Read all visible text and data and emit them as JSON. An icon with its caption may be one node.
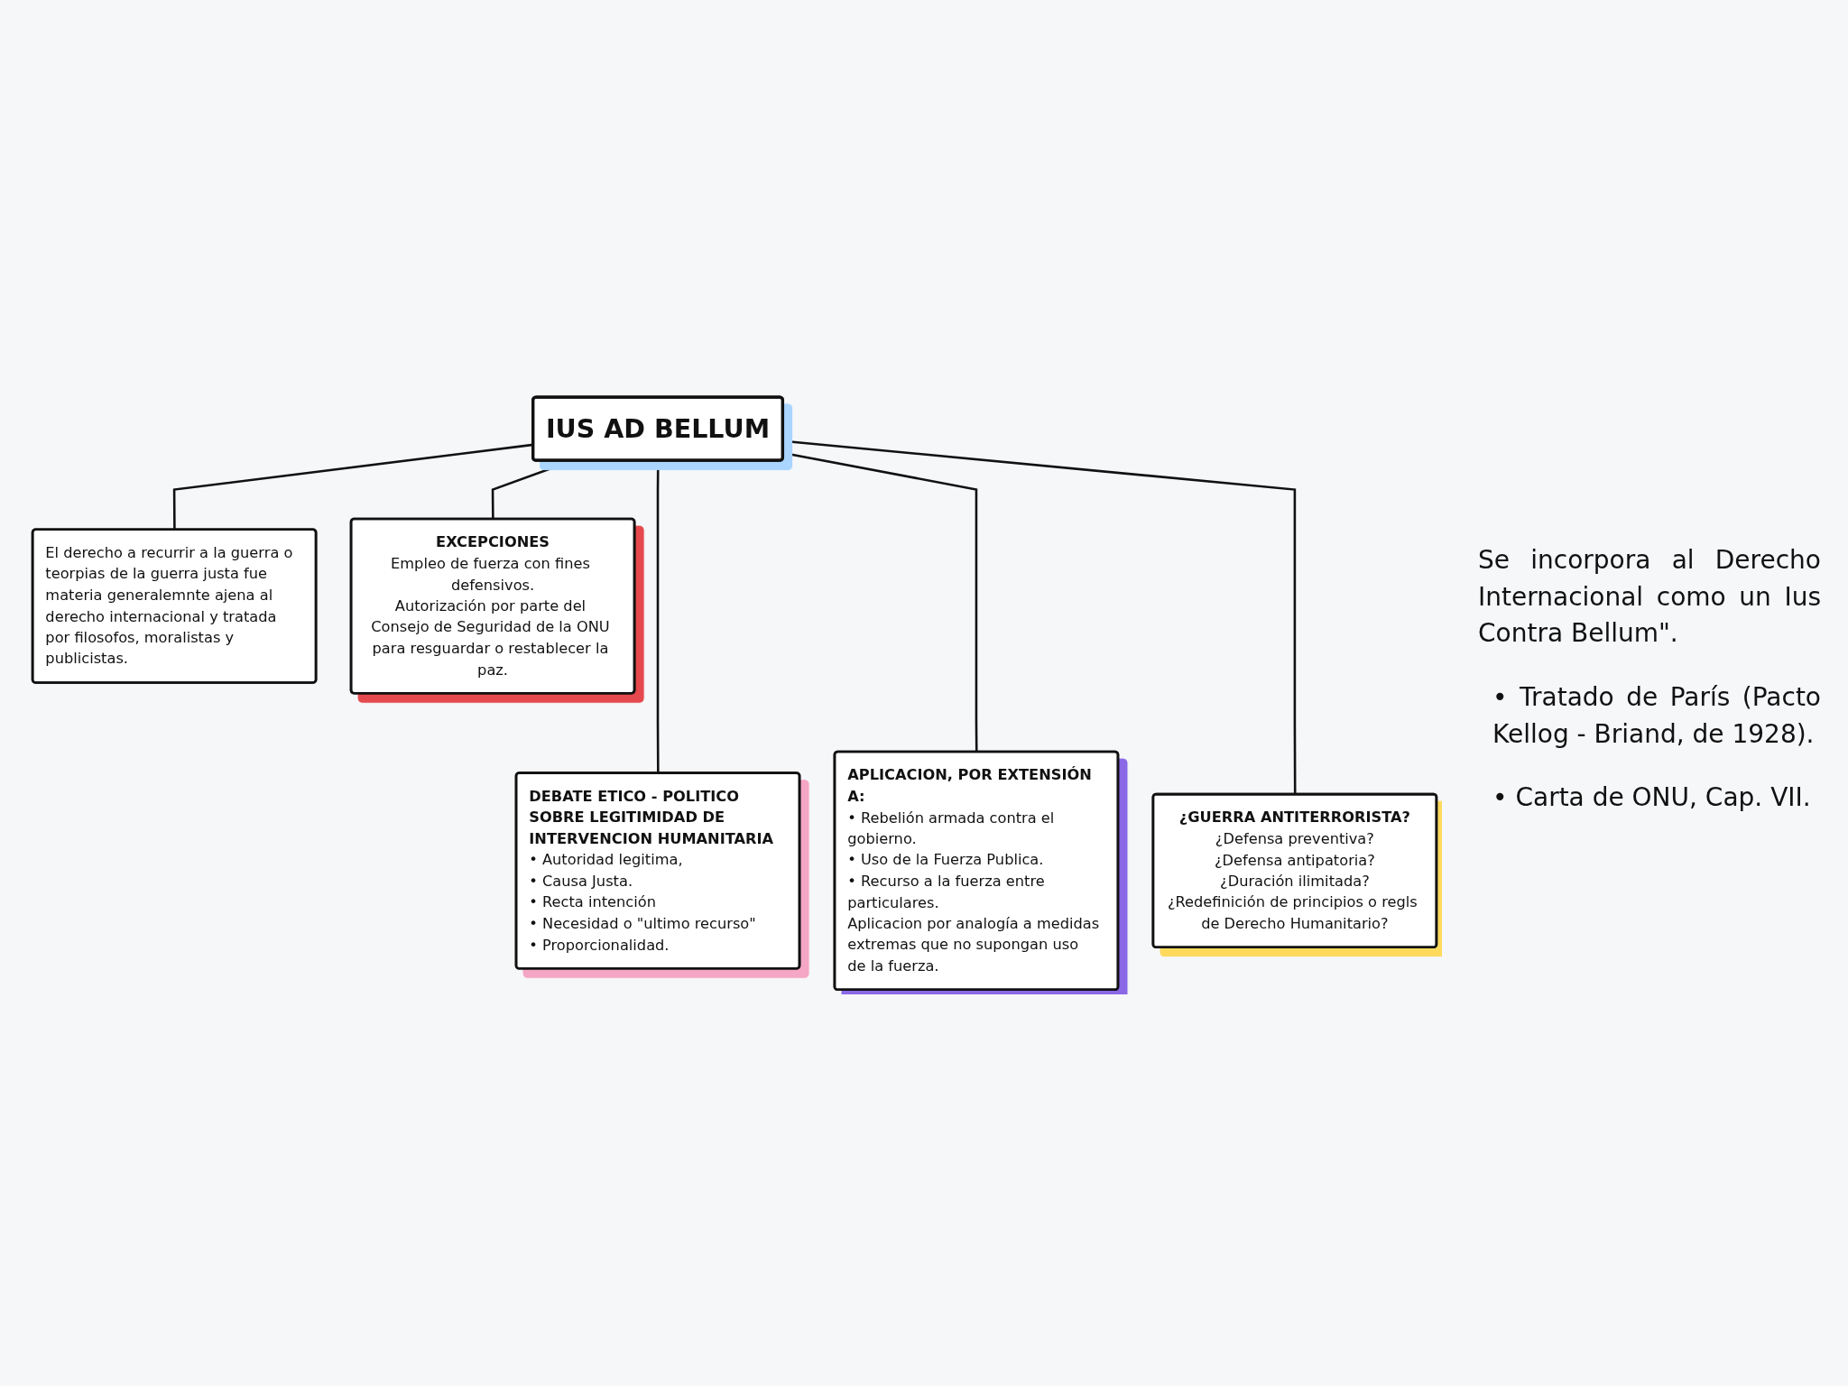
{
  "diagram": {
    "nodes": [
      {
        "text": [
          "IUS AD BELLUM"
        ]
      },
      {
        "text": [
          "El derecho a recurrir a la guerra o teorpias de la guerra justa fue materia generalemnte ajena al derecho internacional y tratada por filosofos, moralistas y publicistas."
        ]
      },
      {
        "text": [
          "EXCEPCIONES",
          "Empleo de fuerza con fines defensivos.",
          "Autorización por parte del Consejo de Seguridad de la ONU para resguardar o restablecer la paz."
        ]
      },
      {
        "text": [
          "DEBATE ETICO - POLITICO SOBRE LEGITIMIDAD DE INTERVENCION HUMANITARIA",
          "• Autoridad legitima,",
          "• Causa Justa.",
          "• Recta intención",
          "• Necesidad o \"ultimo recurso\"",
          "• Proporcionalidad."
        ]
      },
      {
        "text": [
          "APLICACION, POR EXTENSIÓN A:",
          "• Rebelión armada contra el gobierno.",
          "• Uso de la Fuerza Publica.",
          "• Recurso a la fuerza entre particulares.",
          "Aplicacion por analogía a medidas extremas que no supongan uso de la fuerza."
        ]
      },
      {
        "text": [
          "¿GUERRA ANTITERRORISTA?",
          "¿Defensa preventiva?",
          "¿Defensa antipatoria?",
          "¿Duración ilimitada?",
          "¿Redefinición de principios o regls de Derecho Humanitario?"
        ]
      }
    ],
    "edges": [
      {
        "from": 0,
        "to": 1,
        "arrow": "none"
      },
      {
        "from": 0,
        "to": 2,
        "arrow": "none"
      },
      {
        "from": 0,
        "to": 3,
        "arrow": "none"
      },
      {
        "from": 0,
        "to": 4,
        "arrow": "none"
      },
      {
        "from": 0,
        "to": 5,
        "arrow": "none"
      }
    ],
    "labels": [
      "Se incorpora al Derecho Internacional como un Ius Contra Bellum\".",
      "• Tratado de París (Pacto Kellog - Briand, de 1928).",
      "• Carta de ONU, Cap. VII."
    ]
  }
}
